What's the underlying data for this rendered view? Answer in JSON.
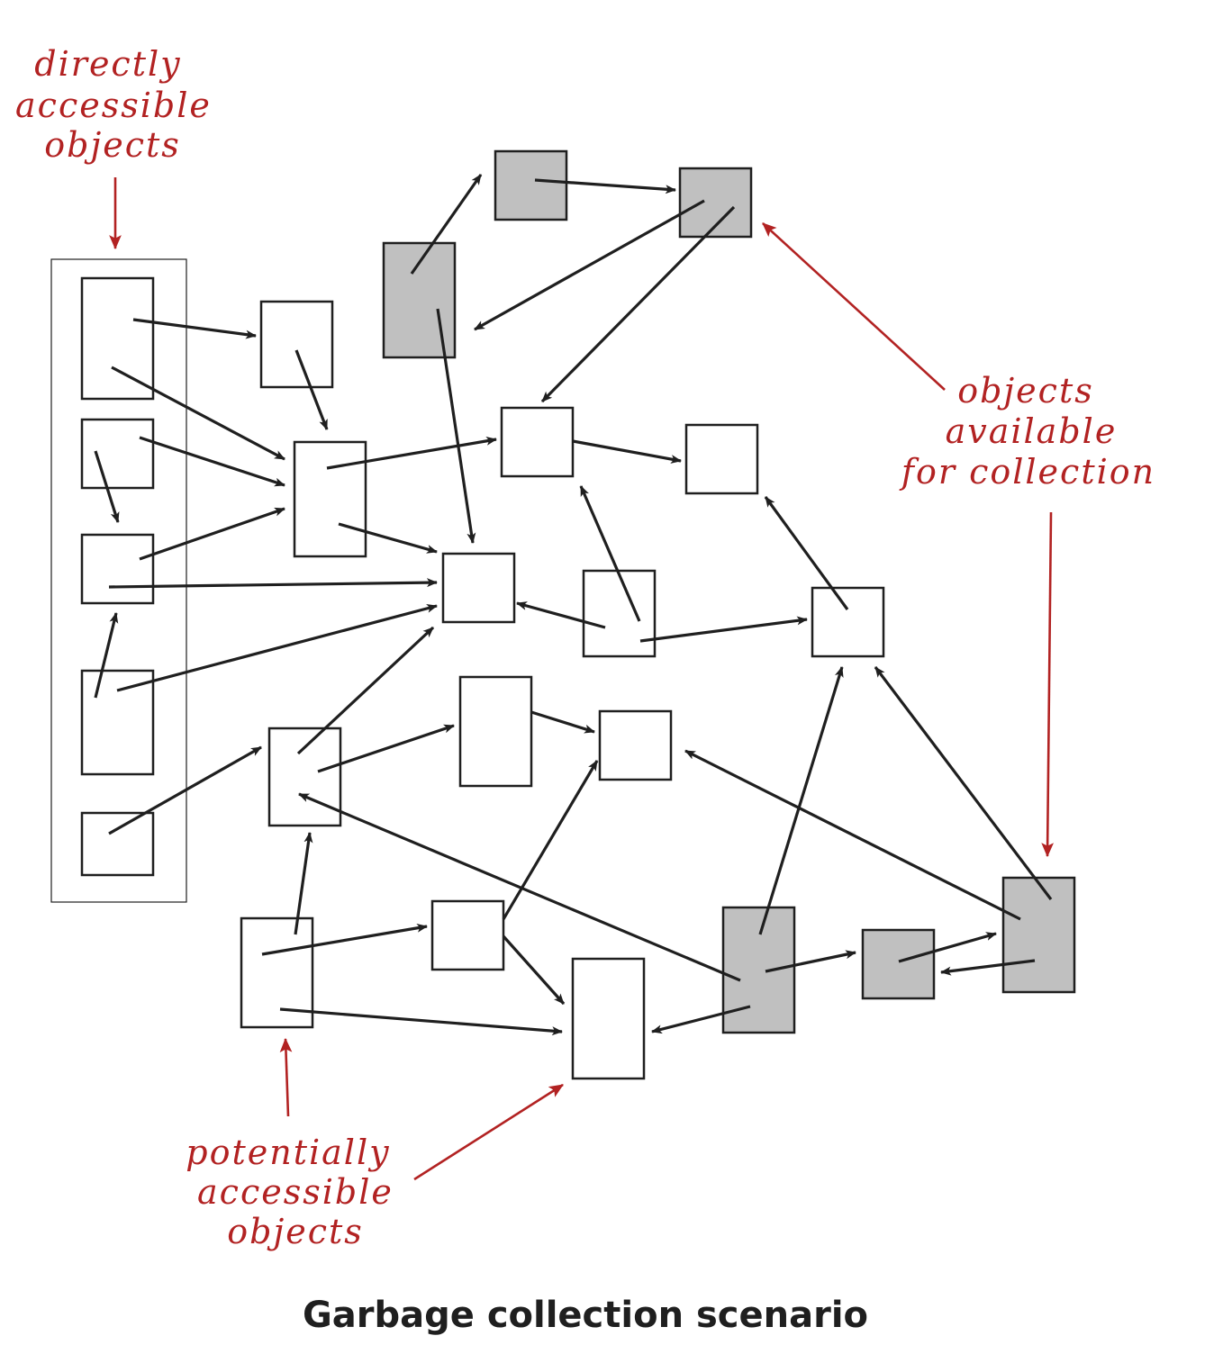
{
  "colors": {
    "annotation": "#b22222",
    "edge": "#1f1f1f",
    "garbage_fill": "#c0c0c0",
    "live_fill": "#ffffff",
    "box_stroke": "#1f1f1f"
  },
  "labels": {
    "directly_accessible": [
      "directly",
      "accessible",
      "objects"
    ],
    "available_for_collection": [
      "objects",
      "available",
      "for collection"
    ],
    "potentially_accessible": [
      "potentially",
      "accessible",
      "objects"
    ]
  },
  "caption": "Garbage collection scenario"
}
